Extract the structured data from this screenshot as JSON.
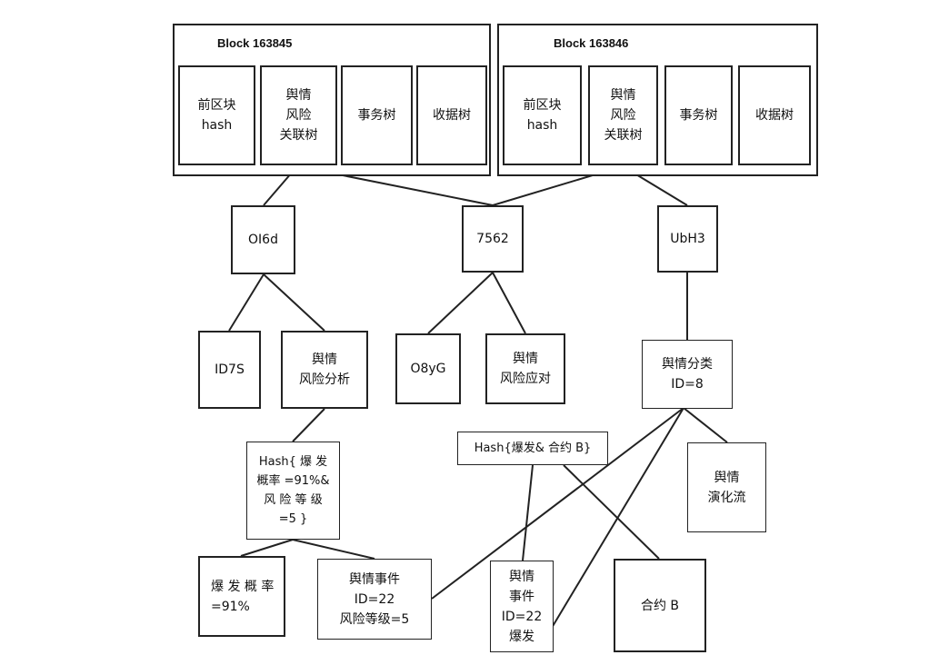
{
  "blocks": [
    {
      "title": "Block 163845",
      "cells": [
        [
          "前区块",
          "hash"
        ],
        [
          "舆情",
          "风险",
          "关联树"
        ],
        [
          "事务树"
        ],
        [
          "收据树"
        ]
      ]
    },
    {
      "title": "Block 163846",
      "cells": [
        [
          "前区块",
          "hash"
        ],
        [
          "舆情",
          "风险",
          "关联树"
        ],
        [
          "事务树"
        ],
        [
          "收据树"
        ]
      ]
    }
  ],
  "nodes": {
    "oi6d": [
      "OI6d"
    ],
    "n7562": [
      "7562"
    ],
    "ubh3": [
      "UbH3"
    ],
    "id7s": [
      "ID7S"
    ],
    "risk_analysis": [
      "舆情",
      "风险分析"
    ],
    "o8yg": [
      "O8yG"
    ],
    "risk_response": [
      "舆情",
      "风险应对"
    ],
    "category": [
      "舆情分类",
      "ID=8"
    ],
    "hash_left": [
      "Hash{ 爆 发",
      "概率 =91%&",
      "风 险 等 级",
      "=5 }"
    ],
    "hash_mid": [
      "Hash{爆发& 合约 B}"
    ],
    "evolution": [
      "舆情",
      "演化流"
    ],
    "burst_prob": [
      "爆 发 概 率",
      "=91%"
    ],
    "event_left": [
      "舆情事件",
      "ID=22",
      "风险等级=5"
    ],
    "event_mid": [
      "舆情",
      "事件",
      "ID=22",
      "爆发"
    ],
    "contract_b": [
      "合约 B"
    ]
  }
}
